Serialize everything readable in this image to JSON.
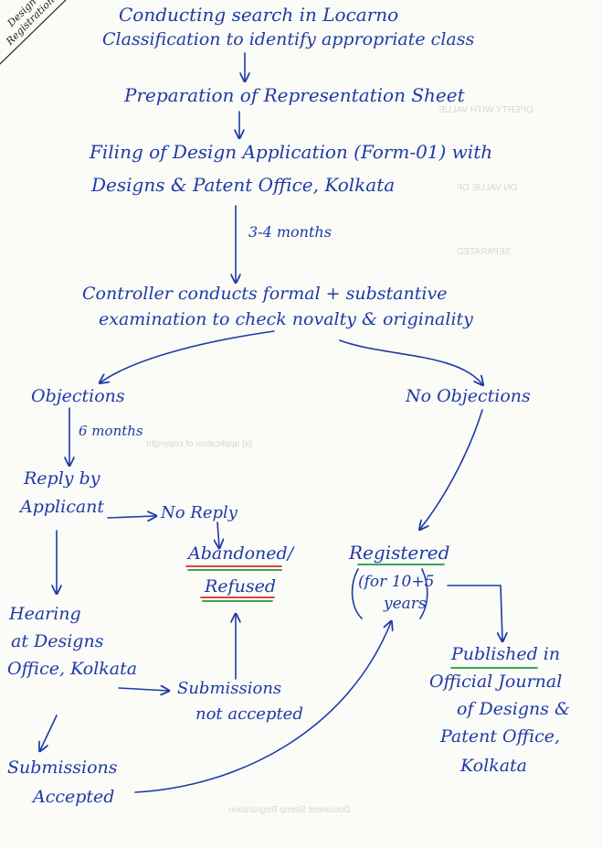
{
  "corner_label": {
    "line1": "Design",
    "line2": "Registration"
  },
  "steps": {
    "search_line1": "Conducting search in Locarno",
    "search_line2": "Classification to identify appropriate class",
    "representation": "Preparation of Representation Sheet",
    "filing_line1": "Filing of Design Application (Form-01) with",
    "filing_line2": "Designs & Patent Office, Kolkata",
    "duration_exam": "3-4 months",
    "exam_line1": "Controller conducts formal + substantive",
    "exam_line2": "examination to check novalty & originality",
    "objections": "Objections",
    "no_objections": "No Objections",
    "duration_reply": "6 months",
    "reply_line1": "Reply by",
    "reply_line2": "Applicant",
    "no_reply": "No Reply",
    "abandoned": "Abandoned/",
    "refused": "Refused",
    "hearing_line1": "Hearing",
    "hearing_line2": "at Designs",
    "hearing_line3": "Office, Kolkata",
    "not_accepted_line1": "Submissions",
    "not_accepted_line2": "not accepted",
    "accepted_line1": "Submissions",
    "accepted_line2": "Accepted",
    "registered": "Registered",
    "term_line1": "(for 10+5",
    "term_line2": "years",
    "published_line1": "Published in",
    "published_line2": "Official Journal",
    "published_line3": "of Designs &",
    "published_line4": "Patent Office,",
    "published_line5": "Kolkata"
  },
  "colors": {
    "ink": "#1f3aa6",
    "underline_red": "#d62a2a",
    "underline_green": "#1f9a3a"
  }
}
